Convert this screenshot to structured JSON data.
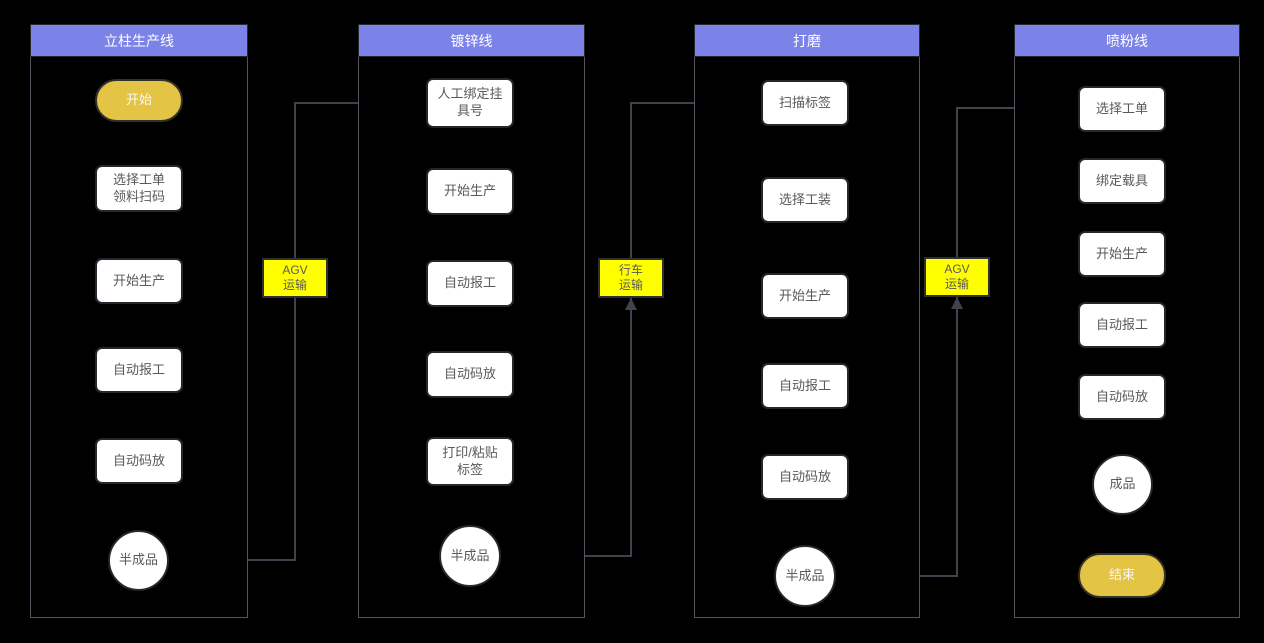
{
  "diagram": {
    "columns": [
      {
        "title": "立柱生产线",
        "nodes": [
          {
            "type": "start",
            "label": "开始"
          },
          {
            "type": "process",
            "label": "选择工单\n领料扫码"
          },
          {
            "type": "process",
            "label": "开始生产"
          },
          {
            "type": "process",
            "label": "自动报工"
          },
          {
            "type": "process",
            "label": "自动码放"
          },
          {
            "type": "circle",
            "label": "半成品"
          }
        ]
      },
      {
        "title": "镀锌线",
        "nodes": [
          {
            "type": "process",
            "label": "人工绑定挂\n具号"
          },
          {
            "type": "process",
            "label": "开始生产"
          },
          {
            "type": "process",
            "label": "自动报工"
          },
          {
            "type": "process",
            "label": "自动码放"
          },
          {
            "type": "process",
            "label": "打印/粘贴\n标签"
          },
          {
            "type": "circle",
            "label": "半成品"
          }
        ]
      },
      {
        "title": "打磨",
        "nodes": [
          {
            "type": "process",
            "label": "扫描标签"
          },
          {
            "type": "process",
            "label": "选择工装"
          },
          {
            "type": "process",
            "label": "开始生产"
          },
          {
            "type": "process",
            "label": "自动报工"
          },
          {
            "type": "process",
            "label": "自动码放"
          },
          {
            "type": "circle",
            "label": "半成品"
          }
        ]
      },
      {
        "title": "喷粉线",
        "nodes": [
          {
            "type": "process",
            "label": "选择工单"
          },
          {
            "type": "process",
            "label": "绑定载具"
          },
          {
            "type": "process",
            "label": "开始生产"
          },
          {
            "type": "process",
            "label": "自动报工"
          },
          {
            "type": "process",
            "label": "自动码放"
          },
          {
            "type": "circle",
            "label": "成品"
          },
          {
            "type": "end",
            "label": "结束"
          }
        ]
      }
    ],
    "transports": [
      {
        "label": "AGV\n运输"
      },
      {
        "label": "行车\n运输"
      },
      {
        "label": "AGV\n运输"
      }
    ],
    "colors": {
      "header_fill": "#7b82e8",
      "node_fill": "#ffffff",
      "node_text": "#595959",
      "start_end_fill": "#e4c445",
      "transport_fill": "#ffff00",
      "connector_line": "#3f444c",
      "background": "#000000"
    }
  }
}
